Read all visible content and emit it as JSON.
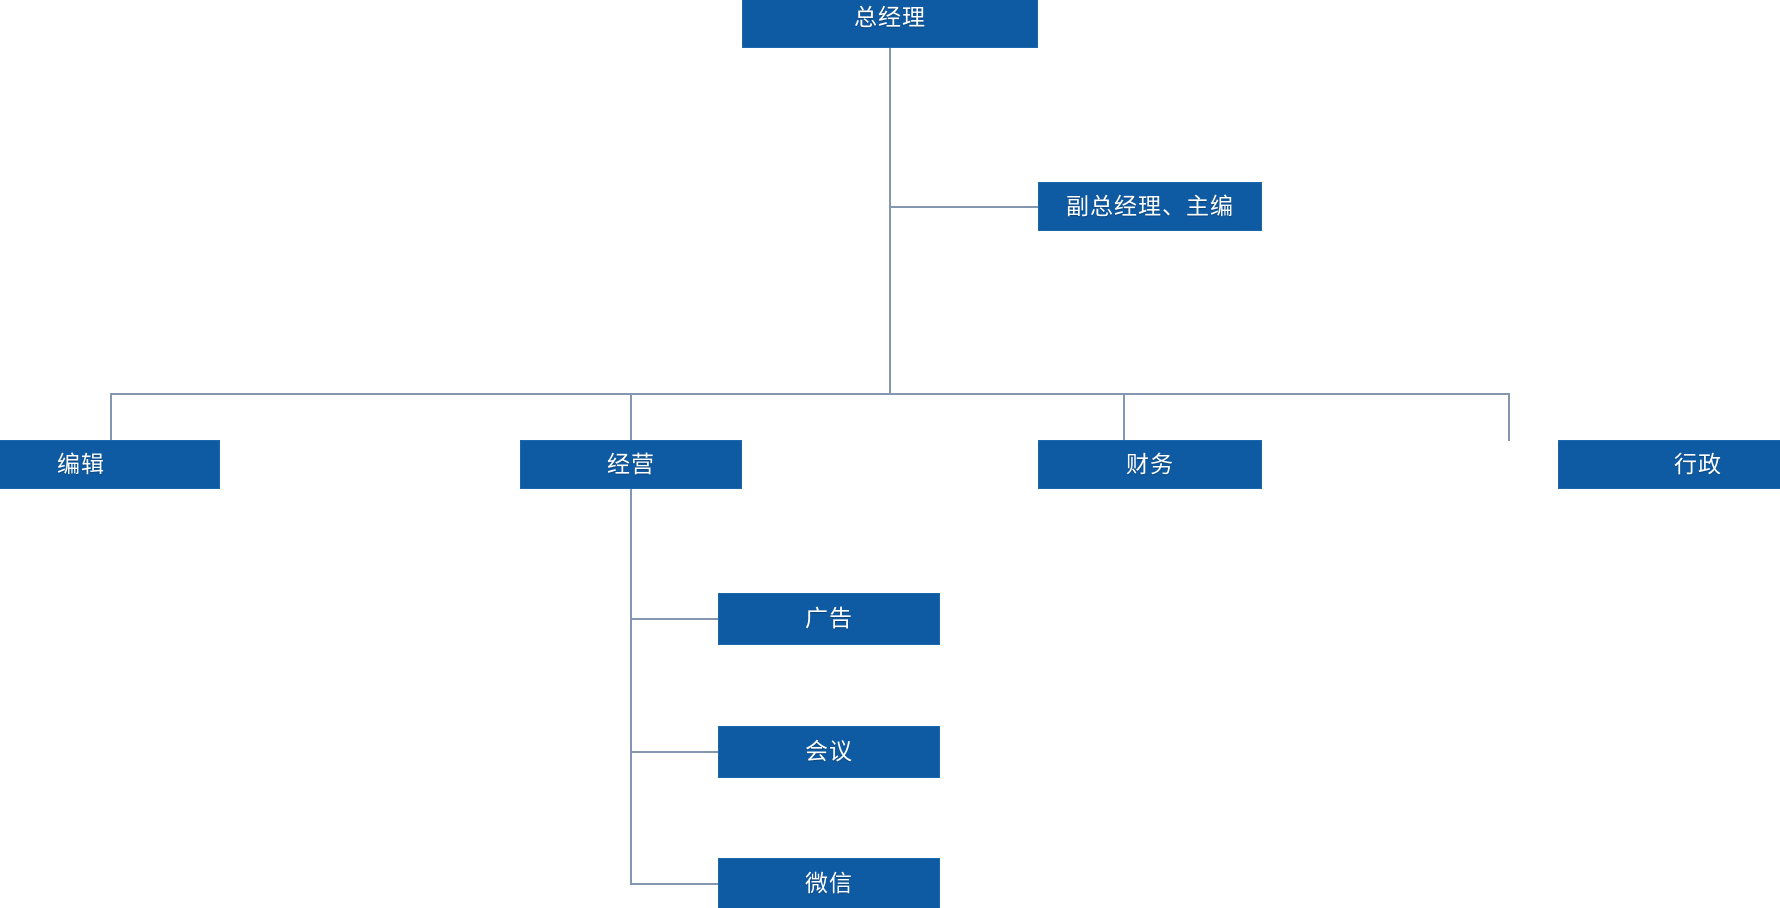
{
  "chart": {
    "type": "org-chart",
    "title": "",
    "background_color": "#ffffff",
    "node_fill_color": "#0f5ba3",
    "node_text_color": "#ffffff",
    "connector_color": "#8496b0",
    "nodes": {
      "root": {
        "label": "总经理"
      },
      "deputy": {
        "label": "副总经理、主编"
      },
      "divisions": [
        {
          "label": "编辑"
        },
        {
          "label": "经营"
        },
        {
          "label": "财务"
        },
        {
          "label": "行政"
        }
      ],
      "operations_children": [
        {
          "label": "广告"
        },
        {
          "label": "会议"
        },
        {
          "label": "微信"
        }
      ]
    }
  }
}
